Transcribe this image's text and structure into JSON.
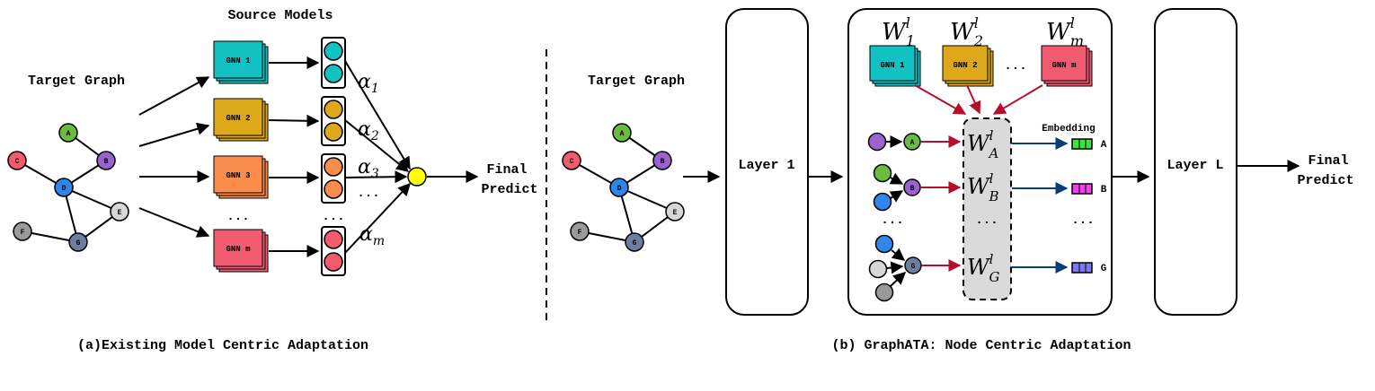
{
  "colors": {
    "gnn1": "#12c1c1",
    "gnn2": "#dea81b",
    "gnn3": "#fb8d4c",
    "gnnm": "#f05b70",
    "combine": "#ffff00",
    "nodeA": "#6bbb40",
    "nodeB": "#9a62cf",
    "nodeC": "#f05b70",
    "nodeD": "#2f86e8",
    "nodeE": "#d7d7d7",
    "nodeF": "#9a9a9a",
    "nodeG": "#6b7fa0",
    "weightArrow": "#b3102c",
    "embedArrow": "#0b3d78",
    "embA": "#44dd44",
    "embB": "#ee44ee",
    "embG": "#7a7aee",
    "weightBox": "#dadada"
  },
  "left": {
    "source_models_title": "Source Models",
    "target_graph_title": "Target Graph",
    "models": [
      {
        "label": "GNN 1",
        "color_key": "gnn1",
        "alpha": "α",
        "sub": "1"
      },
      {
        "label": "GNN 2",
        "color_key": "gnn2",
        "alpha": "α",
        "sub": "2"
      },
      {
        "label": "GNN 3",
        "color_key": "gnn3",
        "alpha": "α",
        "sub": "3"
      },
      {
        "label": "GNN m",
        "color_key": "gnnm",
        "alpha": "α",
        "sub": "m"
      }
    ],
    "ellipsis": "...",
    "final_predict_line1": "Final",
    "final_predict_line2": "Predict",
    "caption": "(a)Existing Model Centric Adaptation"
  },
  "right": {
    "target_graph_title": "Target Graph",
    "layer1_label": "Layer 1",
    "layerL_label": "Layer L",
    "weight_heads": [
      {
        "base": "W",
        "sup": "l",
        "sub": "1",
        "label": "GNN 1",
        "color_key": "gnn1"
      },
      {
        "base": "W",
        "sup": "l",
        "sub": "2",
        "label": "GNN 2",
        "color_key": "gnn2"
      },
      {
        "base": "W",
        "sup": "l",
        "sub": "m",
        "label": "GNN m",
        "color_key": "gnnm"
      }
    ],
    "node_weights": [
      {
        "base": "W",
        "sup": "l",
        "sub": "A",
        "node": "A",
        "emb_color_key": "embA"
      },
      {
        "base": "W",
        "sup": "l",
        "sub": "B",
        "node": "B",
        "emb_color_key": "embB"
      },
      {
        "base": "W",
        "sup": "l",
        "sub": "G",
        "node": "G",
        "emb_color_key": "embG"
      }
    ],
    "embedding_title": "Embedding",
    "ellipsis": "...",
    "final_predict_line1": "Final",
    "final_predict_line2": "Predict",
    "caption": "(b) GraphATA: Node Centric Adaptation"
  },
  "graph_nodes": [
    "A",
    "B",
    "C",
    "D",
    "E",
    "F",
    "G"
  ]
}
